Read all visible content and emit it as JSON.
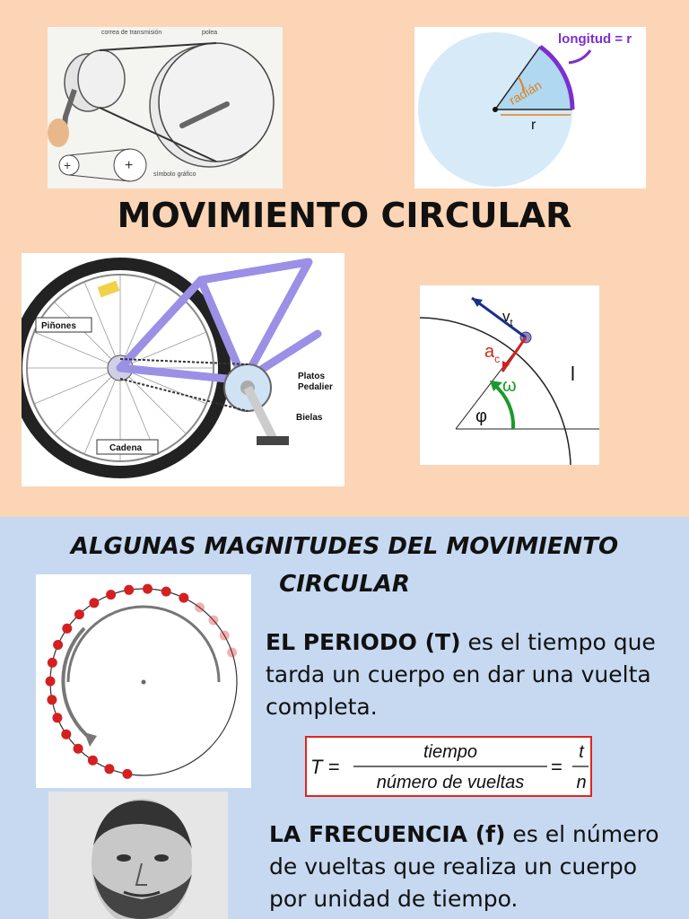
{
  "title": "MOVIMIENTO CIRCULAR",
  "pulley": {
    "label_belt": "correa de transmisión",
    "label_pulley": "polea",
    "label_symbol": "símbolo gráfico"
  },
  "radian": {
    "label_arc": "longitud = r",
    "label_angle": "radián",
    "label_radius": "r"
  },
  "bike": {
    "label_pinones": "Piñones",
    "label_platos": "Platos\nPedalier",
    "label_bielas": "Bielas",
    "label_cadena": "Cadena"
  },
  "vectors": {
    "label_v": "v",
    "label_v_sub": "t",
    "label_a": "a",
    "label_a_sub": "c",
    "label_omega": "ω",
    "label_phi": "φ",
    "label_l": "l"
  },
  "section_title": "ALGUNAS MAGNITUDES DEL MOVIMIENTO CIRCULAR",
  "periodo": {
    "term": "EL PERIODO (T)",
    "text": " es el tiempo que tarda un cuerpo en dar una vuelta completa."
  },
  "formula": {
    "lhs": "T =",
    "num": "tiempo",
    "den": "número de vueltas",
    "eq": "=",
    "num2": "t",
    "den2": "n"
  },
  "frecuencia": {
    "term": "LA FRECUENCIA (f)",
    "text": " es el número de vueltas que realiza un cuerpo por unidad de tiempo."
  },
  "colors": {
    "top_bg": "#fbd5b5",
    "bottom_bg": "#c6d9f1",
    "formula_border": "#e0261c",
    "bike_frame": "#9b8fe6",
    "radian_purple": "#7b2fd0",
    "radian_orange": "#e08020"
  }
}
